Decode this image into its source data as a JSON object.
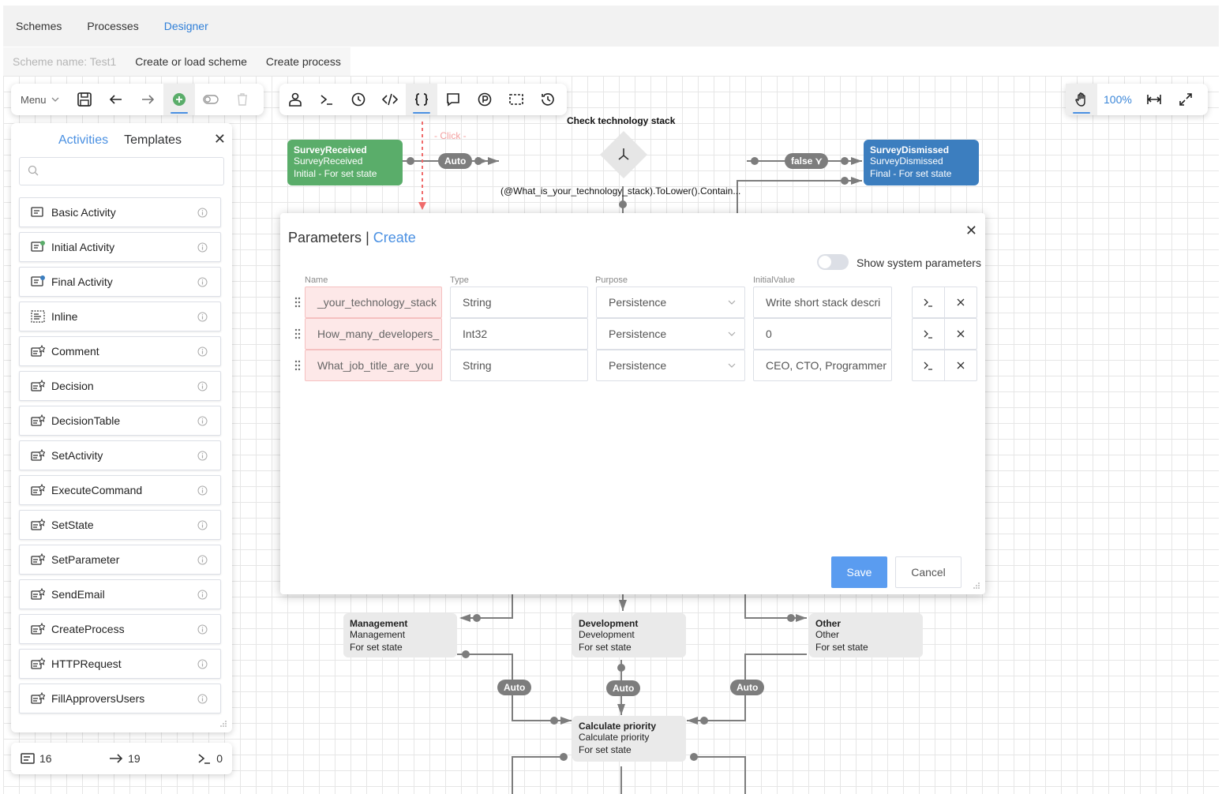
{
  "topnav": {
    "schemes": "Schemes",
    "processes": "Processes",
    "designer": "Designer"
  },
  "subnav": {
    "scheme_name": "Scheme name: Test1",
    "create_load": "Create or load scheme",
    "create_process": "Create process"
  },
  "left_toolbar": {
    "menu": "Menu"
  },
  "right_toolbar": {
    "zoom": "100%"
  },
  "sidebar": {
    "tab_activities": "Activities",
    "tab_templates": "Templates",
    "items": [
      "Basic Activity",
      "Initial Activity",
      "Final Activity",
      "Inline",
      "Comment",
      "Decision",
      "DecisionTable",
      "SetActivity",
      "ExecuteCommand",
      "SetState",
      "SetParameter",
      "SendEmail",
      "CreateProcess",
      "HTTPRequest",
      "FillApproversUsers"
    ]
  },
  "stats": {
    "activities": "16",
    "transitions": "19",
    "commands": "0"
  },
  "diagram": {
    "survey_received": {
      "t1": "SurveyReceived",
      "t2": "SurveyReceived",
      "t3": "Initial - For set state"
    },
    "survey_dismissed": {
      "t1": "SurveyDismissed",
      "t2": "SurveyDismissed",
      "t3": "Final - For set state"
    },
    "check_title": "Check technology stack",
    "check_expr": "(@What_is_your_technology_stack).ToLower().Contain...",
    "auto": "Auto",
    "false": "false",
    "click": "Click",
    "management": {
      "t1": "Management",
      "t2": "Management",
      "t3": "For set state"
    },
    "development": {
      "t1": "Development",
      "t2": "Development",
      "t3": "For set state"
    },
    "other": {
      "t1": "Other",
      "t2": "Other",
      "t3": "For set state"
    },
    "priority": {
      "t1": "Calculate priority",
      "t2": "Calculate priority",
      "t3": "For set state"
    }
  },
  "modal": {
    "title": "Parameters",
    "separator": "|",
    "mode": "Create",
    "toggle_label": "Show system parameters",
    "col_name": "Name",
    "col_type": "Type",
    "col_purpose": "Purpose",
    "col_initial": "InitialValue",
    "rows": [
      {
        "name": "_your_technology_stack",
        "type": "String",
        "purpose": "Persistence",
        "initial": "Write short stack descri"
      },
      {
        "name": "How_many_developers_",
        "type": "Int32",
        "purpose": "Persistence",
        "initial": "0"
      },
      {
        "name": "What_job_title_are_you",
        "type": "String",
        "purpose": "Persistence",
        "initial": "CEO, CTO, Programmer"
      }
    ],
    "save": "Save",
    "cancel": "Cancel"
  }
}
